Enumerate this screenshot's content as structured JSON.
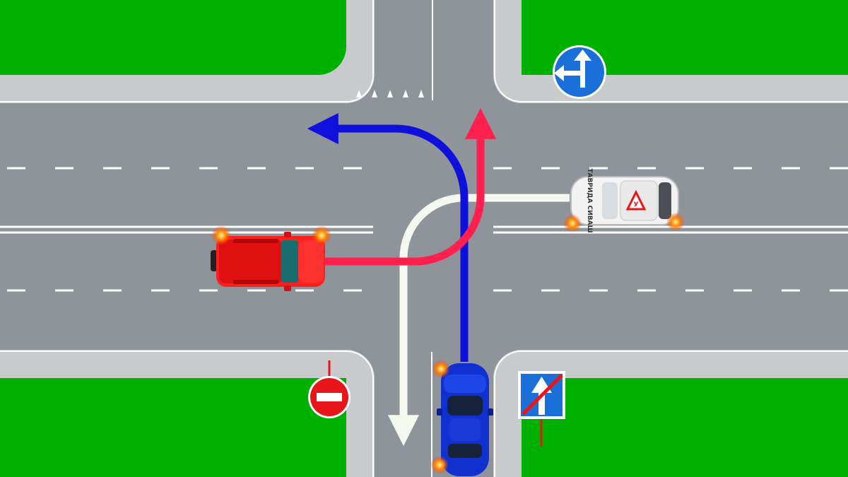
{
  "scene": {
    "colors": {
      "grass": "#00b000",
      "asphalt": "#8f949b",
      "sidewalk": "#c9cacc",
      "marking": "#ffffff",
      "red_car": "#ff2020",
      "blue_car": "#1030d0",
      "white_car": "#f2f2f2",
      "red_path": "#ff2050",
      "blue_path": "#1010dd",
      "white_path": "#f4f8ee",
      "sign_blue": "#1a6fd8",
      "sign_red": "#e8151b"
    },
    "vehicles": [
      {
        "id": "red-suv",
        "color": "red",
        "heading": "east"
      },
      {
        "id": "blue-car",
        "color": "blue",
        "heading": "north"
      },
      {
        "id": "white-car",
        "color": "white",
        "heading": "west",
        "door_text": "ТАВРИДА СИВАШ"
      }
    ],
    "signs": [
      {
        "id": "straight-or-left",
        "icon": "straight-or-left-arrow-icon"
      },
      {
        "id": "no-entry",
        "icon": "no-entry-icon"
      },
      {
        "id": "end-of-one-way",
        "icon": "end-one-way-road-icon"
      }
    ],
    "paths": [
      {
        "vehicle": "red-suv",
        "maneuver": "left-turn"
      },
      {
        "vehicle": "blue-car",
        "maneuver": "left-turn"
      },
      {
        "vehicle": "white-car",
        "maneuver": "left-turn"
      }
    ]
  }
}
